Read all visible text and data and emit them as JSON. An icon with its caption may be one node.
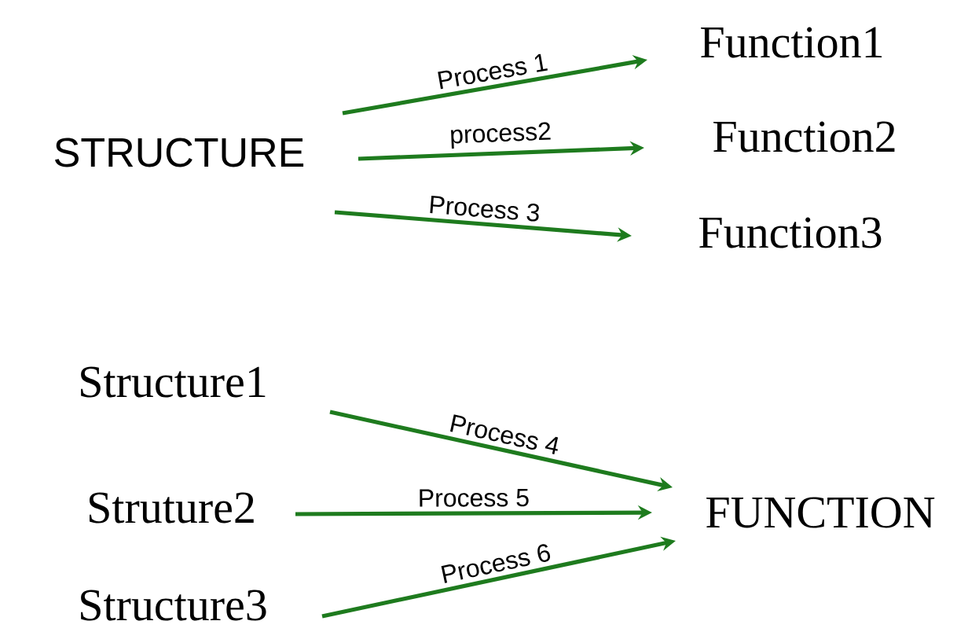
{
  "diagram": {
    "nodes": [
      {
        "text": [
          "STRUCTURE"
        ]
      },
      {
        "text": [
          "Function1"
        ]
      },
      {
        "text": [
          "Function2"
        ]
      },
      {
        "text": [
          "Function3"
        ]
      },
      {
        "text": [
          "Structure1"
        ]
      },
      {
        "text": [
          "Struture2"
        ]
      },
      {
        "text": [
          "Structure3"
        ]
      },
      {
        "text": [
          "FUNCTION"
        ]
      }
    ],
    "edges": [
      {
        "from": 0,
        "to": 1,
        "arrow": "to",
        "label": "Process 1"
      },
      {
        "from": 0,
        "to": 2,
        "arrow": "to",
        "label": "process2"
      },
      {
        "from": 0,
        "to": 3,
        "arrow": "to",
        "label": "Process 3"
      },
      {
        "from": 4,
        "to": 7,
        "arrow": "to",
        "label": "Process 4"
      },
      {
        "from": 5,
        "to": 7,
        "arrow": "to",
        "label": "Process 5"
      },
      {
        "from": 6,
        "to": 7,
        "arrow": "to",
        "label": "Process 6"
      }
    ]
  }
}
